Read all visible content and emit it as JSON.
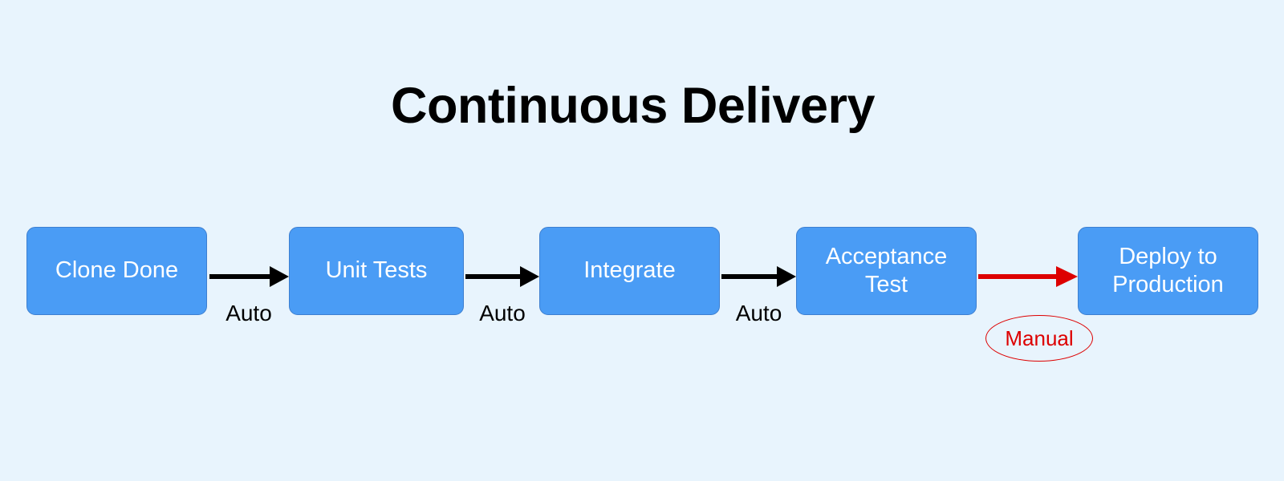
{
  "page": {
    "title": "Continuous Delivery",
    "background_color": "#e8f4fd",
    "title_color": "#000000"
  },
  "theme": {
    "box_fill": "#4a9cf5",
    "box_border": "#3d7fd0",
    "box_text": "#ffffff",
    "arrow_auto_color": "#000000",
    "arrow_manual_color": "#dd0000",
    "manual_badge_color": "#dd0000"
  },
  "pipeline": {
    "stages": [
      {
        "id": "clone-done",
        "label": "Clone Done"
      },
      {
        "id": "unit-tests",
        "label": "Unit Tests"
      },
      {
        "id": "integrate",
        "label": "Integrate"
      },
      {
        "id": "acceptance-test",
        "label": "Acceptance\nTest",
        "line1": "Acceptance",
        "line2": "Test"
      },
      {
        "id": "deploy",
        "label": "Deploy to\nProduction",
        "line1": "Deploy to",
        "line2": "Production"
      }
    ],
    "connectors": [
      {
        "id": "connector-1",
        "from": "clone-done",
        "to": "unit-tests",
        "label": "Auto",
        "kind": "automatic",
        "color": "#000000"
      },
      {
        "id": "connector-2",
        "from": "unit-tests",
        "to": "integrate",
        "label": "Auto",
        "kind": "automatic",
        "color": "#000000"
      },
      {
        "id": "connector-3",
        "from": "integrate",
        "to": "acceptance-test",
        "label": "Auto",
        "kind": "automatic",
        "color": "#000000"
      },
      {
        "id": "connector-4",
        "from": "acceptance-test",
        "to": "deploy",
        "label": "Manual",
        "kind": "manual",
        "color": "#dd0000"
      }
    ]
  }
}
